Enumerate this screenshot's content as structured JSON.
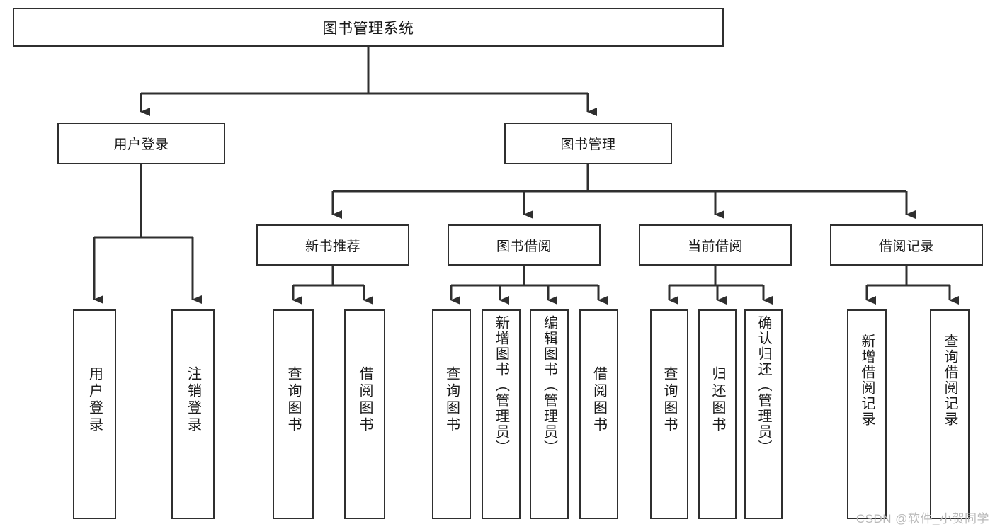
{
  "diagram": {
    "title": "图书管理系统",
    "type": "tree",
    "root": {
      "id": "root",
      "label": "图书管理系统"
    },
    "level1": [
      {
        "id": "user-login",
        "label": "用户登录"
      },
      {
        "id": "book-management",
        "label": "图书管理"
      }
    ],
    "level2": [
      {
        "id": "new-book-recommend",
        "label": "新书推荐",
        "parent": "book-management"
      },
      {
        "id": "book-borrow",
        "label": "图书借阅",
        "parent": "book-management"
      },
      {
        "id": "current-borrow",
        "label": "当前借阅",
        "parent": "book-management"
      },
      {
        "id": "borrow-record",
        "label": "借阅记录",
        "parent": "book-management"
      }
    ],
    "leaves": [
      {
        "id": "leaf-user-login",
        "label": "用户登录",
        "parent": "user-login"
      },
      {
        "id": "leaf-user-logout",
        "label": "注销登录",
        "parent": "user-login"
      },
      {
        "id": "leaf-query-book-1",
        "label": "查询图书",
        "parent": "new-book-recommend"
      },
      {
        "id": "leaf-borrow-book-1",
        "label": "借阅图书",
        "parent": "new-book-recommend"
      },
      {
        "id": "leaf-query-book-2",
        "label": "查询图书",
        "parent": "book-borrow"
      },
      {
        "id": "leaf-add-book",
        "label": "新增图书（管理员）",
        "parent": "book-borrow"
      },
      {
        "id": "leaf-edit-book",
        "label": "编辑图书（管理员）",
        "parent": "book-borrow"
      },
      {
        "id": "leaf-borrow-book-2",
        "label": "借阅图书",
        "parent": "book-borrow"
      },
      {
        "id": "leaf-query-book-3",
        "label": "查询图书",
        "parent": "current-borrow"
      },
      {
        "id": "leaf-return-book",
        "label": "归还图书",
        "parent": "current-borrow"
      },
      {
        "id": "leaf-confirm-return",
        "label": "确认归还（管理员）",
        "parent": "current-borrow"
      },
      {
        "id": "leaf-add-record",
        "label": "新增借阅记录",
        "parent": "borrow-record"
      },
      {
        "id": "leaf-query-record",
        "label": "查询借阅记录",
        "parent": "borrow-record"
      }
    ]
  },
  "watermark": {
    "text": "CSDN @软件_小贺同学"
  },
  "colors": {
    "stroke": "#2f2f2f",
    "background": "#ffffff",
    "text": "#1a1a1a",
    "watermark": "#b9b9b9"
  }
}
